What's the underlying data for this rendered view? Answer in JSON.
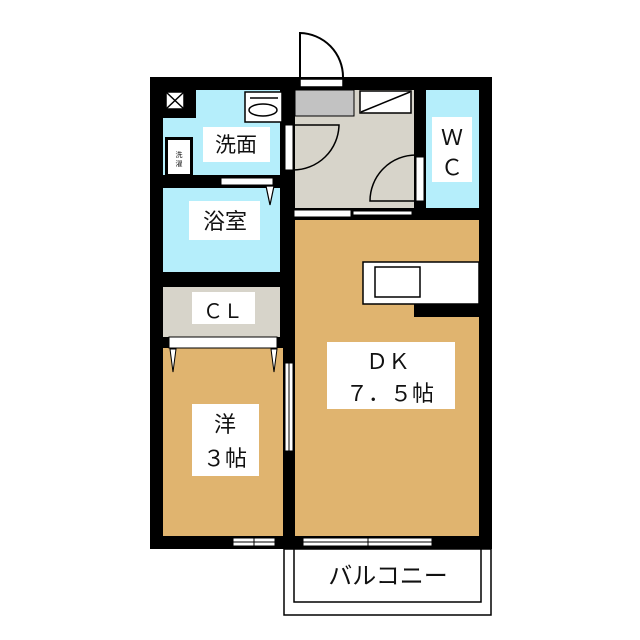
{
  "rooms": {
    "washroom": "洗面",
    "washer": [
      "洗",
      "濯"
    ],
    "bath": "浴室",
    "closet": "ＣＬ",
    "western_room": [
      "洋",
      "３帖"
    ],
    "wc": [
      "Ｗ",
      "Ｃ"
    ],
    "dk": [
      "ＤＫ",
      "７．５帖"
    ],
    "balcony": "バルコニー"
  },
  "colors": {
    "wall": "#000000",
    "wet_area": "#b5eefb",
    "floor_wood": "#e0b46f",
    "entry_floor": "#d7d4ca",
    "storage": "#c2c2c2"
  }
}
